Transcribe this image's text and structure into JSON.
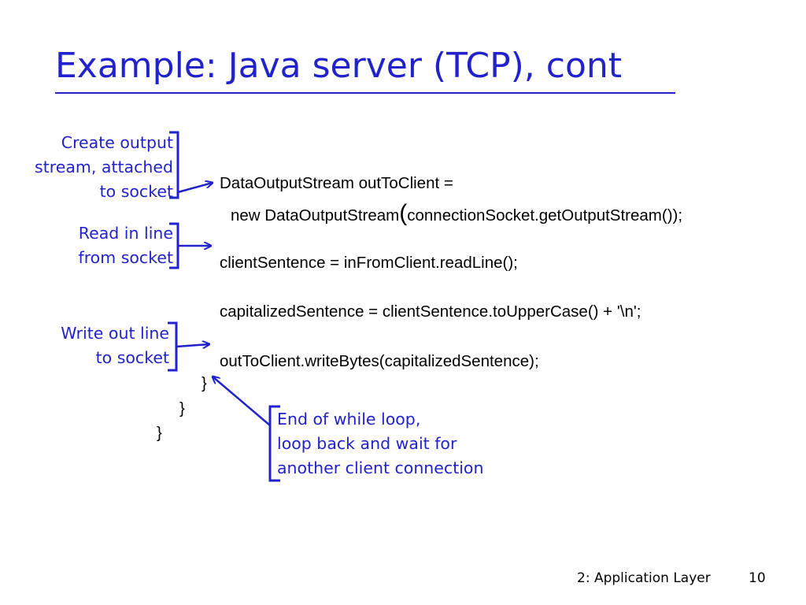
{
  "slide": {
    "title": "Example: Java server (TCP), cont",
    "annotations": [
      {
        "lines": [
          "Create output",
          "stream, attached",
          "to socket"
        ]
      },
      {
        "lines": [
          "Read in  line",
          "from socket"
        ]
      },
      {
        "lines": [
          "Write out line",
          "to socket"
        ]
      },
      {
        "lines": [
          "End of while loop,",
          "loop back and wait for",
          "another client connection"
        ]
      }
    ],
    "code": {
      "line1": "DataOutputStream  outToClient =",
      "line2_a": "new DataOutputStream",
      "line2_paren": "(",
      "line2_b": "connectionSocket.getOutputStream());",
      "line3": "clientSentence = inFromClient.readLine();",
      "line4": "capitalizedSentence = clientSentence.toUpperCase() + '\\n';",
      "line5": "outToClient.writeBytes(capitalizedSentence);",
      "brace1": "}",
      "brace2": "}",
      "brace3": "}"
    },
    "footer": {
      "label": "2: Application Layer",
      "page": "10"
    },
    "colors": {
      "accent": "#2222cc",
      "text": "#000000",
      "background": "#ffffff"
    }
  }
}
